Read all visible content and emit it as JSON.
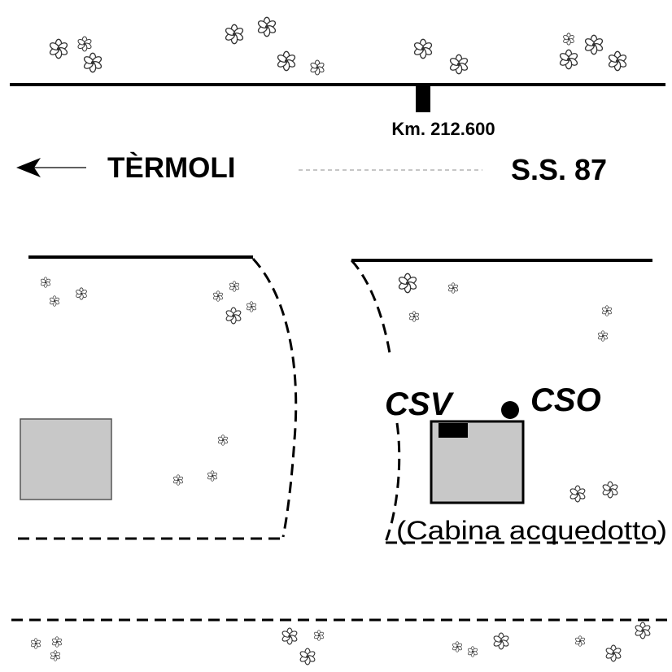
{
  "labels": {
    "km": "Km. 212.600",
    "direction": "TÈRMOLI",
    "road": "S.S. 87",
    "csv": "CSV",
    "cso": "CSO",
    "cabin": "(Cabina acquedotto)"
  },
  "colors": {
    "ink": "#000000",
    "building_fill": "#c8c8c8",
    "building_stroke": "#555555",
    "centerline": "#8c8c8c",
    "flower": "#333333"
  },
  "icons": {
    "direction_arrow": "arrow-left-icon",
    "flower": "flower-icon",
    "cso_marker": "filled-circle-icon"
  }
}
